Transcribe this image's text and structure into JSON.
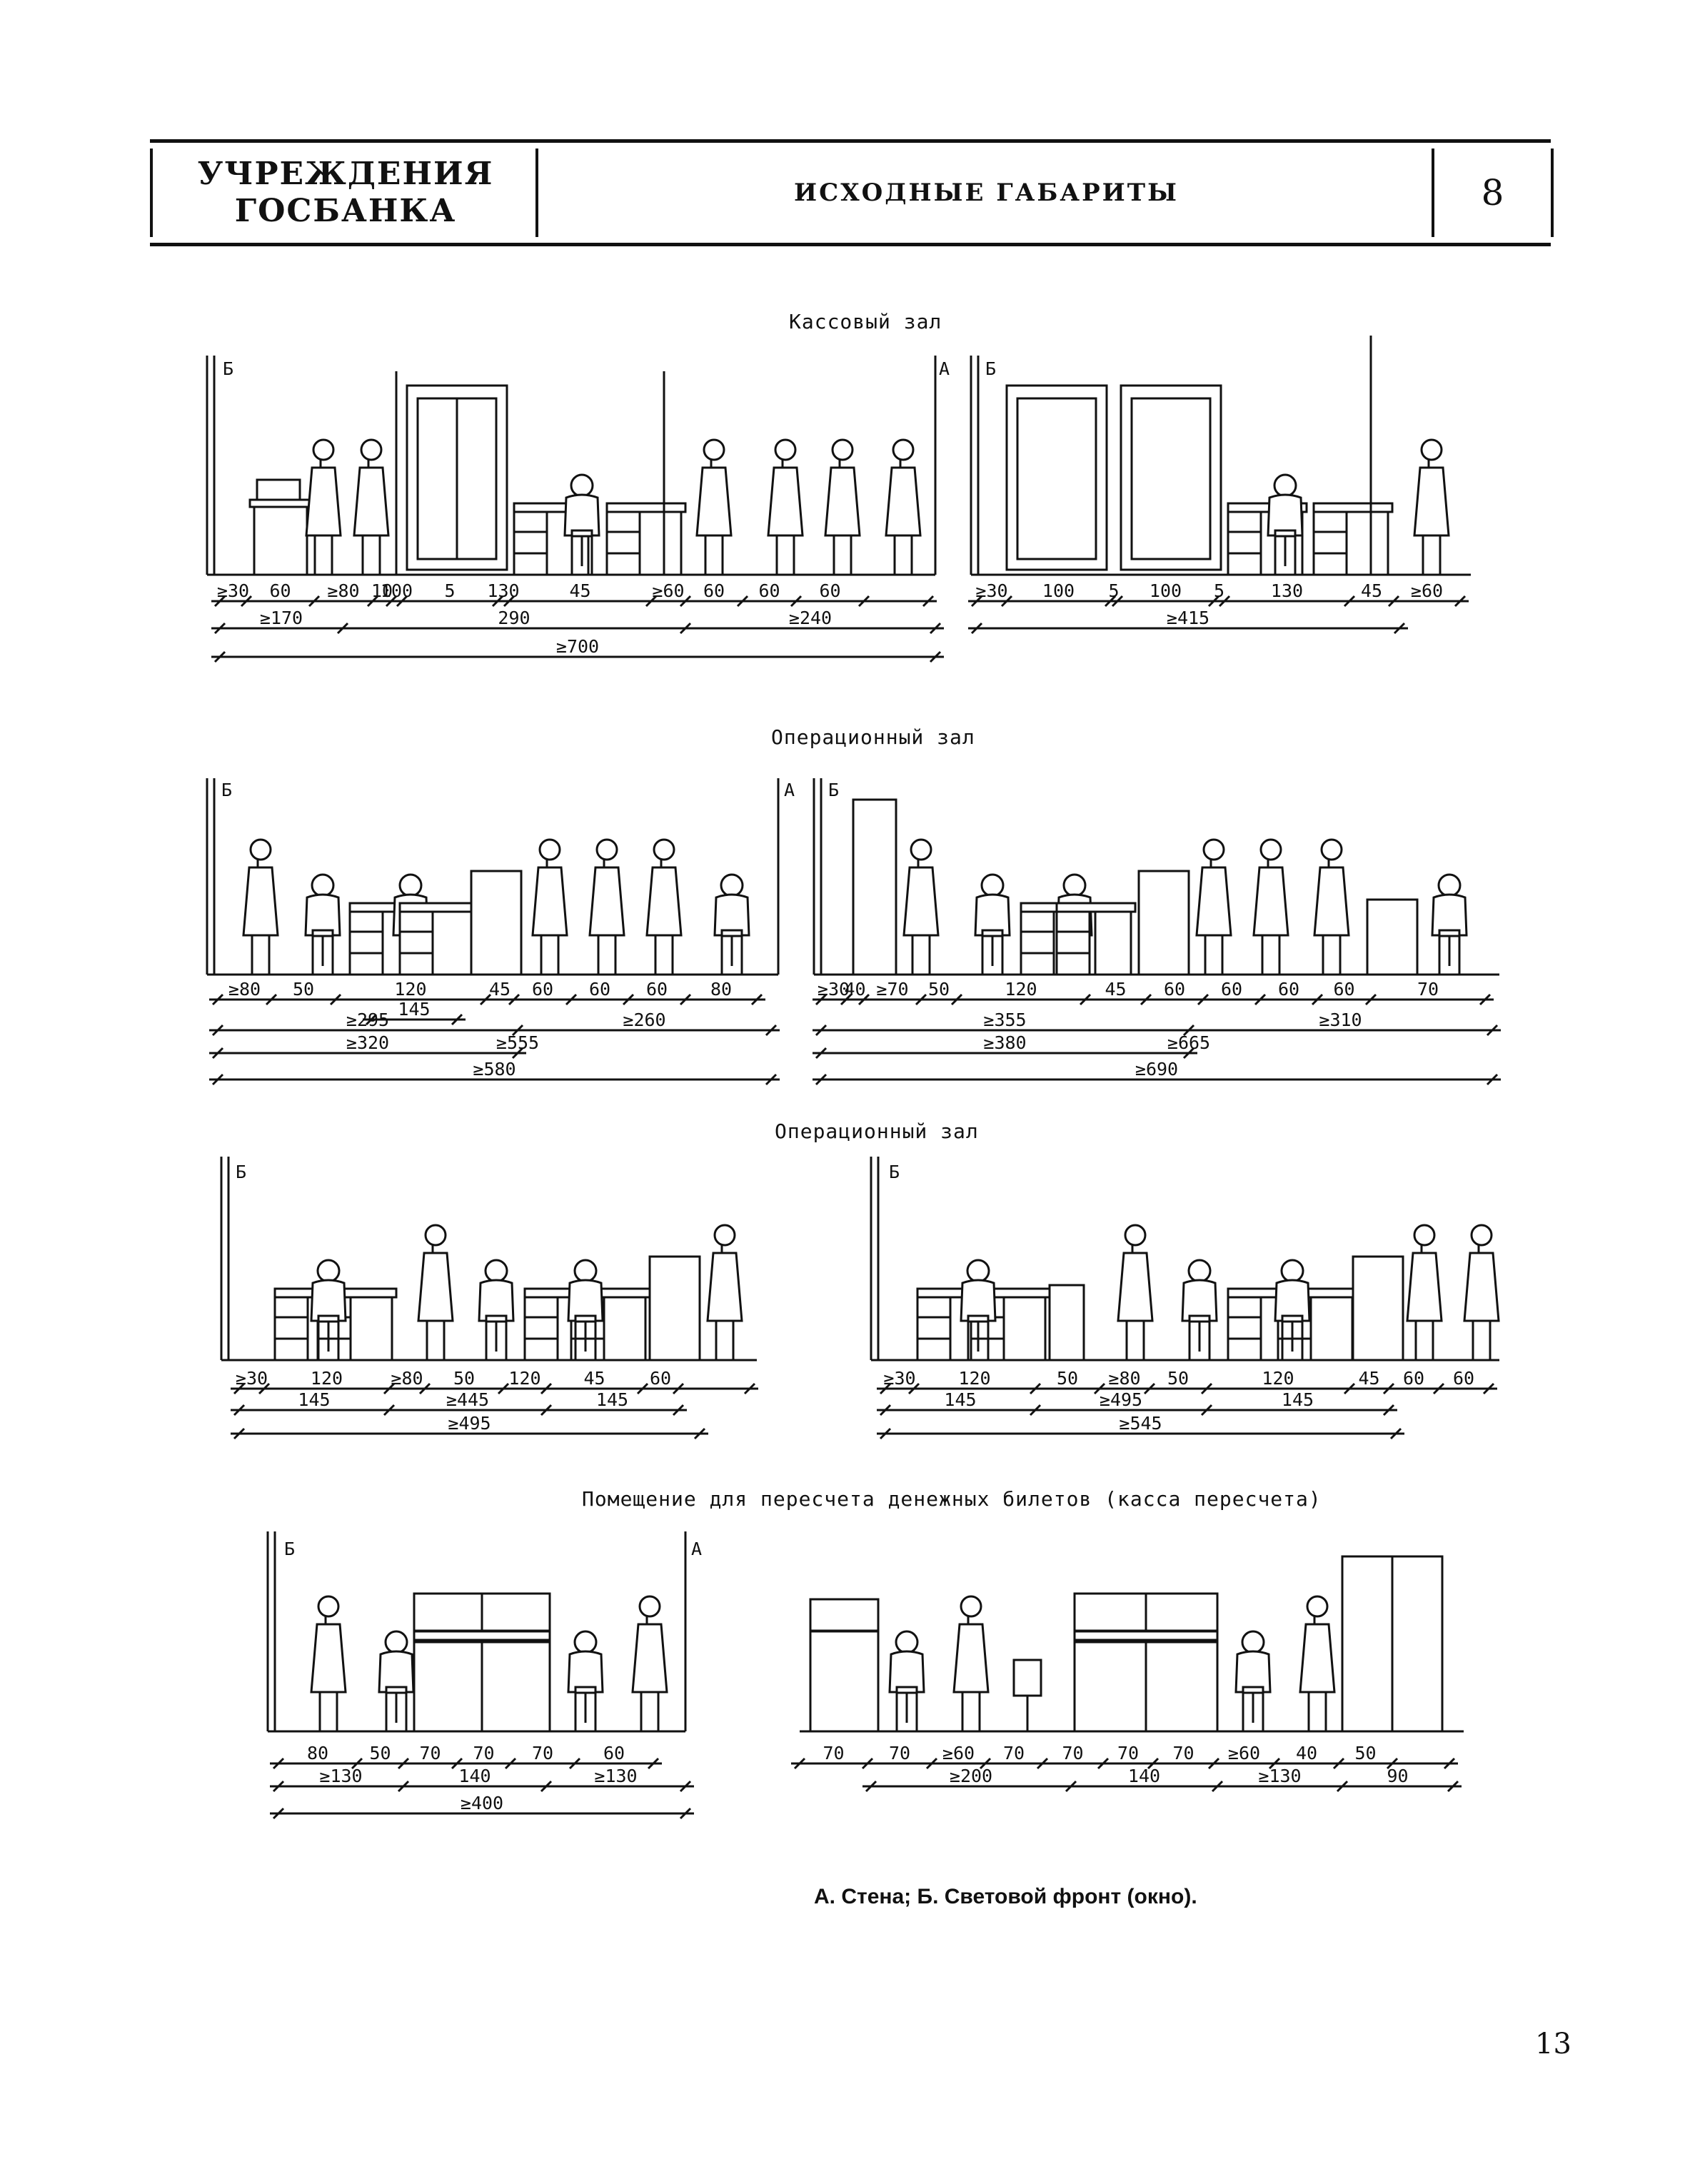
{
  "header": {
    "section_line1": "УЧРЕЖДЕНИЯ",
    "section_line2": "ГОСБАНКА",
    "title": "ИСХОДНЫЕ ГАБАРИТЫ",
    "number": "8"
  },
  "sections": {
    "s1": "Кассовый зал",
    "s2": "Операционный зал",
    "s3": "Операционный зал",
    "s4": "Помещение для пересчета денежных билетов (касса пересчета)"
  },
  "markers": {
    "wall": "А",
    "window": "Б"
  },
  "dims": {
    "d1a": {
      "r1": [
        "≥30",
        "60",
        "≥80",
        "10",
        "100",
        "5",
        "130",
        "45",
        "≥60",
        "60",
        "60",
        "60"
      ],
      "r2": [
        "≥170",
        "290",
        "≥240"
      ],
      "r3": [
        "≥700"
      ]
    },
    "d1b": {
      "r1": [
        "≥30",
        "100",
        "5",
        "100",
        "5",
        "130",
        "45",
        "≥60"
      ],
      "r2": [
        "≥415"
      ]
    },
    "d2a": {
      "r1": [
        "≥80",
        "50",
        "120",
        "45",
        "60",
        "60",
        "60",
        "80"
      ],
      "r1b": [
        "145"
      ],
      "r2": [
        "≥295",
        "≥260"
      ],
      "r3": [
        "≥320",
        "≥555"
      ],
      "r4": [
        "≥580"
      ]
    },
    "d2b": {
      "r1": [
        "≥30",
        "40",
        "≥70",
        "50",
        "120",
        "45",
        "60",
        "60",
        "60",
        "60",
        "70"
      ],
      "r2": [
        "≥355",
        "≥310"
      ],
      "r3": [
        "≥380",
        "≥665"
      ],
      "r4": [
        "≥690"
      ]
    },
    "d3a": {
      "r1": [
        "≥30",
        "120",
        "≥80",
        "50",
        "120",
        "45",
        "60"
      ],
      "r2": [
        "145",
        "≥445",
        "145"
      ],
      "r3": [
        "≥495"
      ]
    },
    "d3b": {
      "r1": [
        "≥30",
        "120",
        "50",
        "≥80",
        "50",
        "120",
        "45",
        "60",
        "60"
      ],
      "r2": [
        "145",
        "≥495",
        "145"
      ],
      "r3": [
        "≥545"
      ]
    },
    "d4a": {
      "r1": [
        "80",
        "50",
        "70",
        "70",
        "70",
        "60"
      ],
      "r2": [
        "≥130",
        "140",
        "≥130"
      ],
      "r3": [
        "≥400"
      ]
    },
    "d4b": {
      "r1": [
        "70",
        "70",
        "≥60",
        "70",
        "70",
        "70",
        "70",
        "≥60",
        "40",
        "50"
      ],
      "r2": [
        "≥200",
        "140",
        "≥130",
        "90"
      ]
    }
  },
  "legend": "А. Стена; Б. Световой фронт (окно).",
  "page_number": "13"
}
